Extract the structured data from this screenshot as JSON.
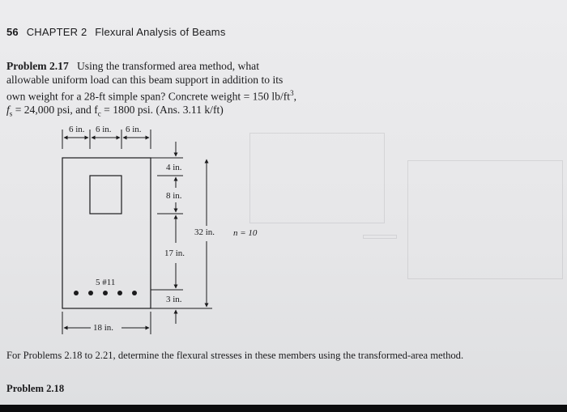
{
  "header": {
    "page_number": "56",
    "chapter": "CHAPTER 2",
    "title": "Flexural Analysis of Beams"
  },
  "problem": {
    "label": "Problem 2.17",
    "line1": "Using the transformed area method, what",
    "line2": "allowable uniform load can this beam support in addition to its",
    "line3": "own weight for a 28-ft simple span? Concrete weight = 150 lb/ft",
    "line3_sup": "3",
    "line4_a": "f",
    "line4_a_sub": "s",
    "line4_b": " = 24,000 psi, and f",
    "line4_b_sub": "c",
    "line4_c": " = 1800 psi. (Ans. 3.11 k/ft)"
  },
  "figure": {
    "top_dim_1": "6 in.",
    "top_dim_2": "6 in.",
    "top_dim_3": "6 in.",
    "dim_4in": "4 in.",
    "dim_8in": "8 in.",
    "dim_32in": "32 in.",
    "modular_ratio": "n = 10",
    "dim_17in": "17 in.",
    "bars_label": "5 #11",
    "dim_3in": "3 in.",
    "width_label": "18 in."
  },
  "footer": {
    "text": "For Problems 2.18 to 2.21, determine the flexural stresses in these members using the transformed-area method.",
    "next_problem": "Problem 2.18"
  }
}
